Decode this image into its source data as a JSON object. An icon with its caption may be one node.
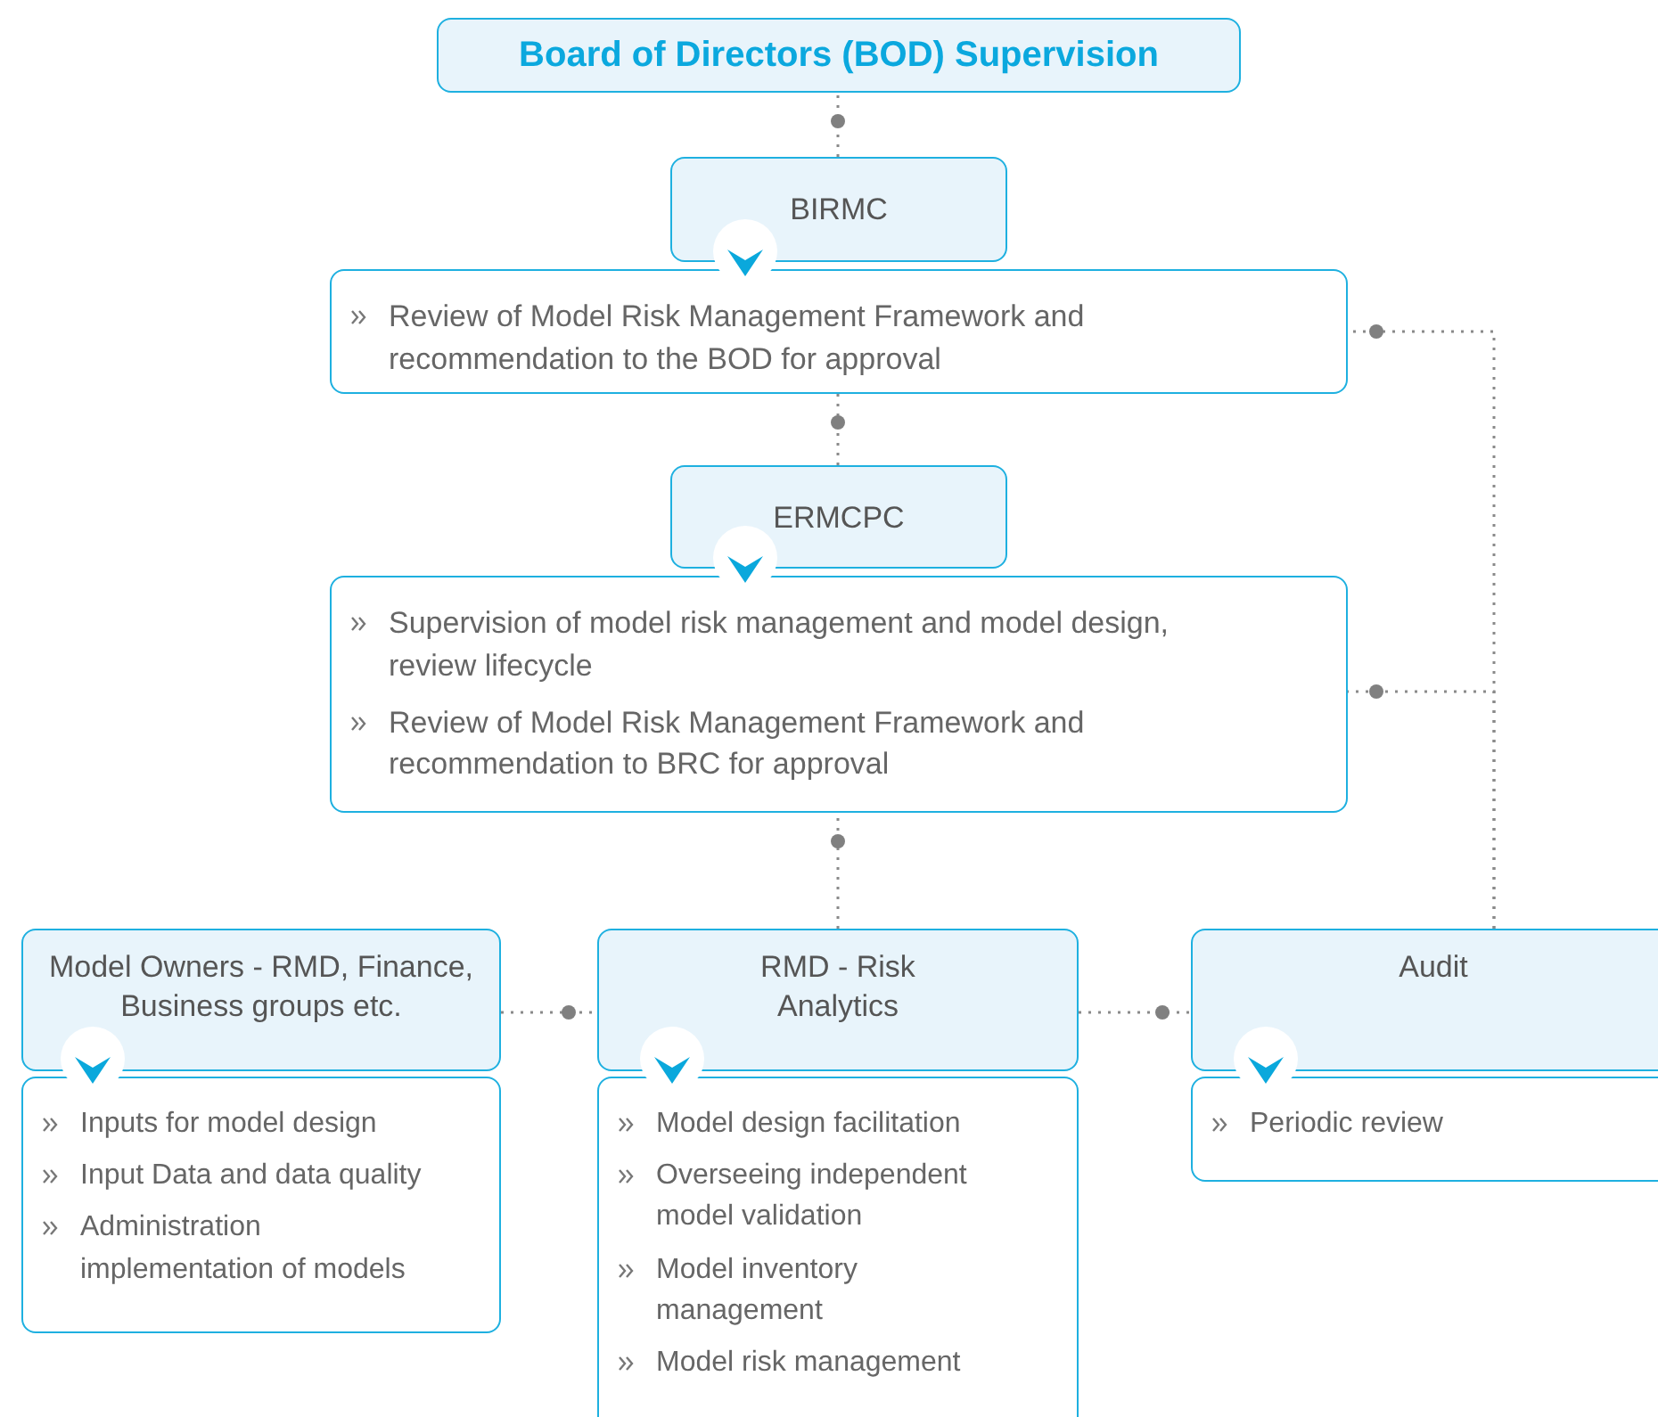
{
  "diagram": {
    "nodes": [
      {
        "text": [
          "Board of Directors (BOD) Supervision"
        ]
      },
      {
        "text": [
          "BIRMC"
        ]
      },
      {
        "text": [
          "Review of Model Risk Management Framework and recommendation to the BOD for approval"
        ]
      },
      {
        "text": [
          "ERMCPC"
        ]
      },
      {
        "text": [
          "Supervision of model risk management and model design, review lifecycle",
          "Review of Model Risk Management Framework and recommendation to BRC for approval"
        ]
      },
      {
        "text": [
          "Model Owners - RMD, Finance, Business groups etc."
        ]
      },
      {
        "text": [
          "Inputs for model design",
          "Input Data and data quality",
          "Administration implementation of models"
        ]
      },
      {
        "text": [
          "RMD - Risk Analytics"
        ]
      },
      {
        "text": [
          "Model design facilitation",
          "Overseeing independent model validation",
          "Model inventory management",
          "Model risk management"
        ]
      },
      {
        "text": [
          "Audit"
        ]
      },
      {
        "text": [
          "Periodic review"
        ]
      }
    ],
    "edges": [
      {
        "from": 1,
        "to": 0,
        "arrow": "other"
      },
      {
        "from": 1,
        "to": 2,
        "arrow": "to"
      },
      {
        "from": 3,
        "to": 2,
        "arrow": "other"
      },
      {
        "from": 3,
        "to": 4,
        "arrow": "to"
      },
      {
        "from": 7,
        "to": 4,
        "arrow": "other"
      },
      {
        "from": 5,
        "to": 6,
        "arrow": "to"
      },
      {
        "from": 7,
        "to": 8,
        "arrow": "to"
      },
      {
        "from": 9,
        "to": 10,
        "arrow": "to"
      },
      {
        "from": 5,
        "to": 7,
        "arrow": "other"
      },
      {
        "from": 7,
        "to": 9,
        "arrow": "other"
      },
      {
        "from": 9,
        "to": 2,
        "arrow": "other"
      },
      {
        "from": 9,
        "to": 4,
        "arrow": "other"
      }
    ]
  }
}
